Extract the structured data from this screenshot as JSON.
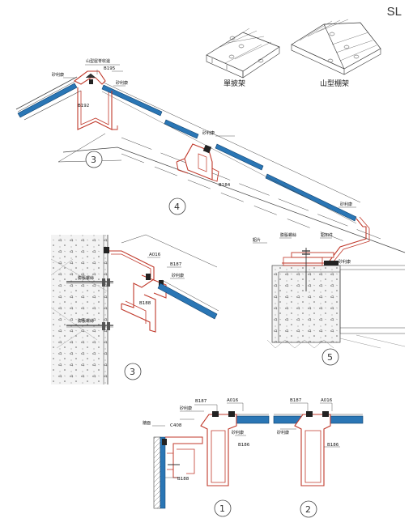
{
  "sheet_code": "SL",
  "thumbnails": {
    "single_slope": "單披架",
    "gable": "山型棚架"
  },
  "profiles": {
    "b195": "B195",
    "b192": "B192",
    "b184": "B184",
    "a016": "A016",
    "b187": "B187",
    "b186": "B186",
    "b188": "B188",
    "c408": "C408"
  },
  "detail_numbers": {
    "d1": "1",
    "d2": "2",
    "d3": "3",
    "d4": "4",
    "d5": "5"
  }
}
